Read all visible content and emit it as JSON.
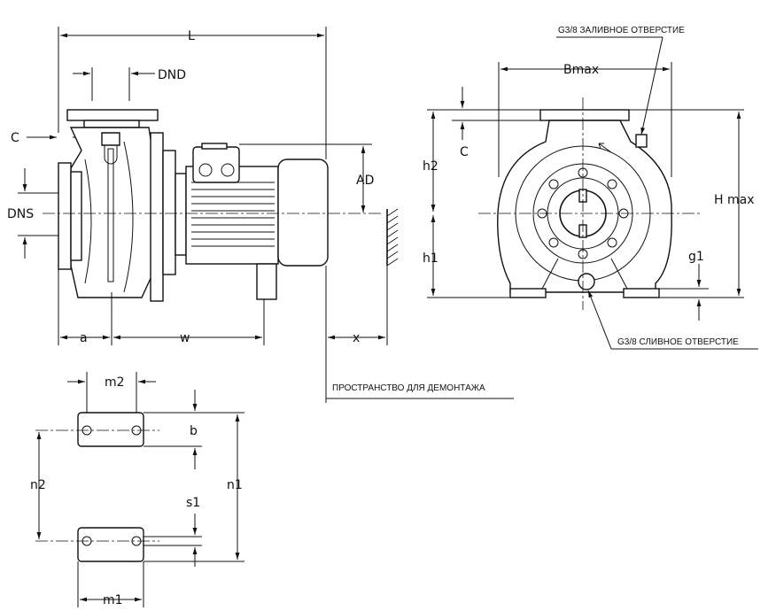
{
  "labels": {
    "L": "L",
    "DND": "DND",
    "C": "C",
    "DNS": "DNS",
    "AD": "AD",
    "a": "a",
    "w": "w",
    "x": "x",
    "dismantling_space": "ПРОСТРАНСТВО ДЛЯ ДЕМОНТАЖА",
    "fill_hole": "G3/8 ЗАЛИВНОЕ ОТВЕРСТИЕ",
    "drain_hole": "G3/8 СЛИВНОЕ ОТВЕРСТИЕ",
    "Bmax": "Bmax",
    "h2": "h2",
    "h1": "h1",
    "C_front": "C",
    "Hmax": "H max",
    "g1": "g1",
    "m2": "m2",
    "b": "b",
    "n2": "n2",
    "n1": "n1",
    "s1": "s1",
    "m1": "m1"
  }
}
